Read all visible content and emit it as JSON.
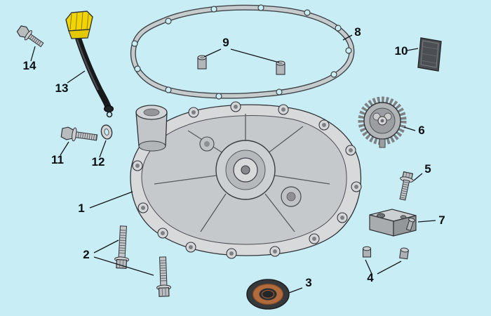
{
  "colors": {
    "background": "#c9edf5",
    "dipstick_cap": "#f2d400",
    "seal_ring": "#b06a3c"
  },
  "callouts": [
    {
      "num": "1"
    },
    {
      "num": "2"
    },
    {
      "num": "3"
    },
    {
      "num": "4"
    },
    {
      "num": "5"
    },
    {
      "num": "6"
    },
    {
      "num": "7"
    },
    {
      "num": "8"
    },
    {
      "num": "9"
    },
    {
      "num": "10"
    },
    {
      "num": "11"
    },
    {
      "num": "12"
    },
    {
      "num": "13"
    },
    {
      "num": "14"
    }
  ]
}
